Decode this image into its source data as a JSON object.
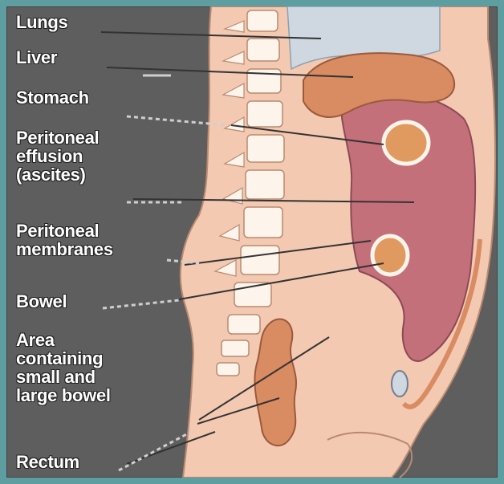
{
  "labels": {
    "lungs": "Lungs",
    "liver": "Liver",
    "stomach": "Stomach",
    "peritoneal_effusion": [
      "Peritoneal",
      "effusion",
      "(ascites)"
    ],
    "peritoneal_membranes": [
      "Peritoneal",
      "membranes"
    ],
    "bowel": "Bowel",
    "area_small_large_bowel": [
      "Area",
      "containing",
      "small and",
      "large bowel"
    ],
    "rectum": "Rectum"
  },
  "colors": {
    "background": "#5e5e5e",
    "border": "#5f9ea0",
    "skin": "#f3c9b2",
    "organ": "#d98b62",
    "ascites": "#c4707a",
    "bone": "#fdf5ec",
    "lung": "#cfd8e0",
    "leader_line": "#333333"
  }
}
